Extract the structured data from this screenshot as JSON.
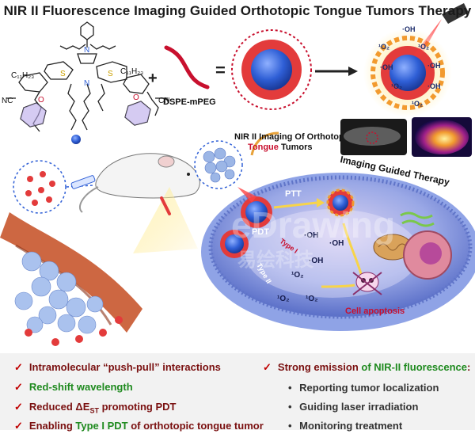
{
  "title": "NIR II  Fluorescence Imaging Guided Orthotopic Tongue Tumors Therapy",
  "molecule": {
    "chain_left": "C₁₁H₂₃",
    "chain_right": "C₁₁H₂₃",
    "nc": "NC",
    "cn": "CN",
    "o": "O",
    "n": "N",
    "s": "S"
  },
  "reagent_label": "DSPE-mPEG",
  "plus": "+",
  "equals": "=",
  "ros": {
    "oh": "·OH",
    "singlet": "¹O₂"
  },
  "imaging_label_1": "NIR II Imaging Of Orthotopic",
  "imaging_label_2a": "Tongue",
  "imaging_label_2b": " Tumors",
  "guided_label": "Imaging Guided Therapy",
  "ptt_label": "PTT",
  "pdt_label": "PDT",
  "type1_label": "Type I",
  "type2_label": "Type II",
  "apoptosis_label": "Cell apoptosis",
  "watermark": "eDrawing",
  "watermark_cn": "易绘科技",
  "left_points": [
    {
      "parts": [
        {
          "t": "Intramolecular “push-pull” interactions",
          "c": "dark"
        }
      ]
    },
    {
      "parts": [
        {
          "t": "Red-shift wavelength",
          "c": "green"
        }
      ]
    },
    {
      "parts": [
        {
          "t": "Reduced ΔE",
          "c": "dark"
        },
        {
          "t": "ST",
          "c": "dark",
          "sub": true
        },
        {
          "t": " promoting PDT",
          "c": "dark"
        }
      ]
    },
    {
      "parts": [
        {
          "t": "Enabling ",
          "c": "dark"
        },
        {
          "t": "Type I PDT",
          "c": "green"
        },
        {
          "t": " of orthotopic tongue tumor",
          "c": "dark"
        }
      ]
    }
  ],
  "right_header": [
    {
      "t": "Strong emission ",
      "c": "dark"
    },
    {
      "t": "of NIR-II fluorescence",
      "c": "green"
    },
    {
      "t": ":",
      "c": "dark"
    }
  ],
  "right_bullets": [
    "Reporting tumor localization",
    "Guiding laser irradiation",
    "Monitoring treatment"
  ],
  "check_mark": "✓",
  "bullet_mark": "•",
  "colors": {
    "red": "#c8102e",
    "blue": "#2f5fd6",
    "cell": "#6d86d8",
    "green": "#1f8a1f",
    "dark_red": "#7a1010"
  }
}
